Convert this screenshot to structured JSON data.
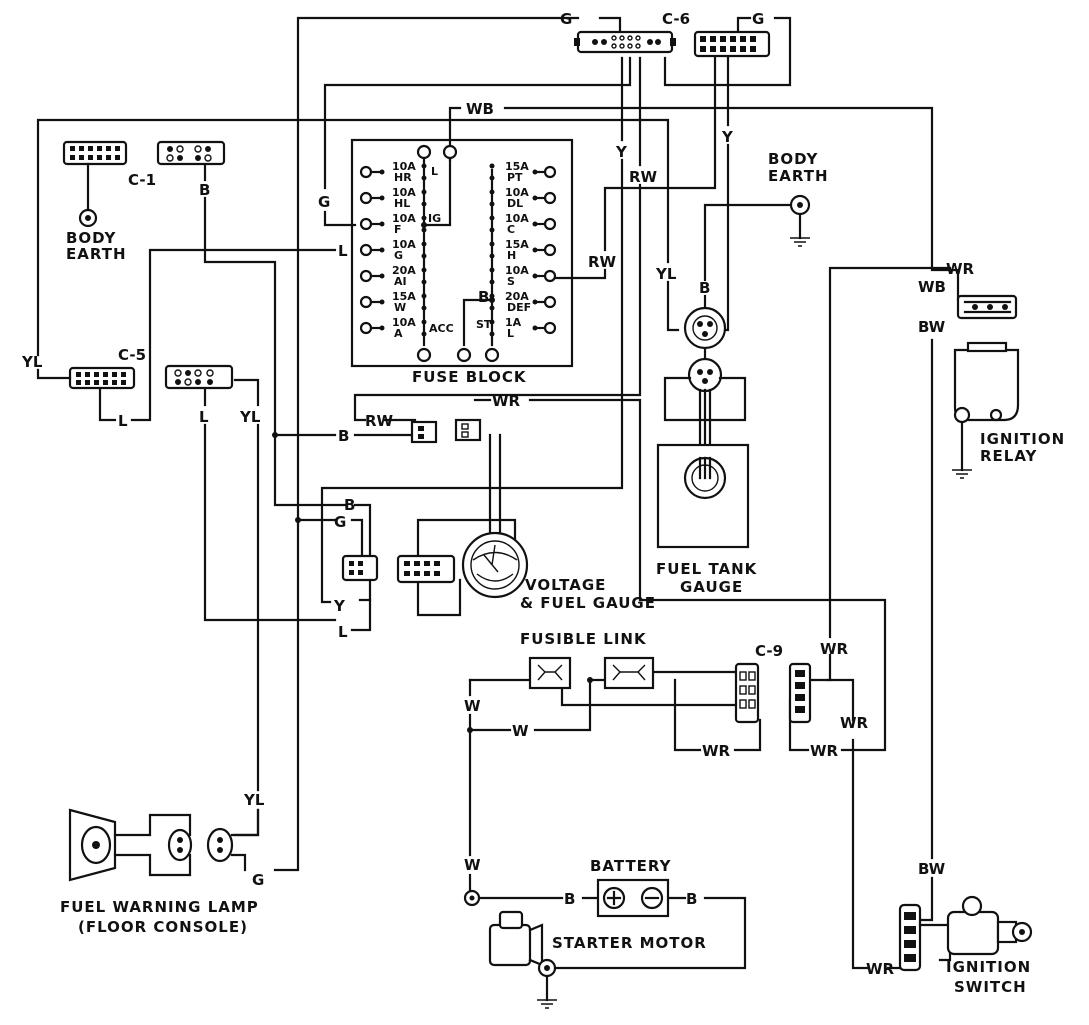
{
  "connectors": {
    "c6": "C-6",
    "c1": "C-1",
    "c5": "C-5",
    "c9": "C-9"
  },
  "components": {
    "fuse_block": "FUSE BLOCK",
    "body_earth_left": [
      "BODY",
      "EARTH"
    ],
    "body_earth_right": [
      "BODY",
      "EARTH"
    ],
    "ignition_relay": [
      "IGNITION",
      "RELAY"
    ],
    "fuel_tank_gauge": [
      "FUEL TANK",
      "GAUGE"
    ],
    "voltage_fuel_gauge": [
      "VOLTAGE",
      "& FUEL GAUGE"
    ],
    "fusible_link": "FUSIBLE LINK",
    "battery": "BATTERY",
    "starter_motor": "STARTER MOTOR",
    "fuel_warning_lamp": [
      "FUEL WARNING LAMP",
      "(FLOOR CONSOLE)"
    ],
    "ignition_switch": [
      "IGNITION",
      "SWITCH"
    ]
  },
  "fuses_left": [
    {
      "rating": "10A",
      "circuit": "HR"
    },
    {
      "rating": "10A",
      "circuit": "HL"
    },
    {
      "rating": "10A",
      "circuit": "F"
    },
    {
      "rating": "10A",
      "circuit": "G"
    },
    {
      "rating": "20A",
      "circuit": "AI"
    },
    {
      "rating": "15A",
      "circuit": "W"
    },
    {
      "rating": "10A",
      "circuit": "A"
    }
  ],
  "fuses_right": [
    {
      "rating": "15A",
      "circuit": "PT"
    },
    {
      "rating": "10A",
      "circuit": "DL"
    },
    {
      "rating": "10A",
      "circuit": "C"
    },
    {
      "rating": "15A",
      "circuit": "H"
    },
    {
      "rating": "10A",
      "circuit": "S"
    },
    {
      "rating": "20A",
      "circuit": "DEF"
    },
    {
      "rating": "1A",
      "circuit": "L"
    }
  ],
  "bus_labels": {
    "l": "L",
    "ig": "IG",
    "acc": "ACC",
    "st": "ST",
    "b": "B"
  },
  "battery_terminals": {
    "pos": "⊕",
    "neg": "⊖"
  },
  "wire_labels": {
    "g_top_left": "G",
    "g_top_right": "G",
    "wb_top": "WB",
    "y_c6_left": "Y",
    "y_c6_right": "Y",
    "rw_c6": "RW",
    "b_c1": "B",
    "g_left": "G",
    "l_mid": "L",
    "rw_mid": "RW",
    "yl_tank": "YL",
    "b_tank": "B",
    "wr_relay": "WR",
    "wb_relay": "WB",
    "bw_relay": "BW",
    "yl_c5": "YL",
    "l_c5": "L",
    "l_c5b": "L",
    "yl_c5b": "YL",
    "b_conn": "B",
    "rw_conn": "RW",
    "wr_fuse": "WR",
    "b_gauge": "B",
    "g_gauge": "G",
    "y_gauge": "Y",
    "l_gauge": "L",
    "w_left": "W",
    "w_mid": "W",
    "wr_fl": "WR",
    "wr_c9_top": "WR",
    "wr_c9_right": "WR",
    "wr_c9_bottom": "WR",
    "yl_lamp": "YL",
    "g_lamp": "G",
    "w_batt": "W",
    "b_batt_left": "B",
    "b_batt_right": "B",
    "bw_sw": "BW",
    "wr_sw": "WR"
  }
}
